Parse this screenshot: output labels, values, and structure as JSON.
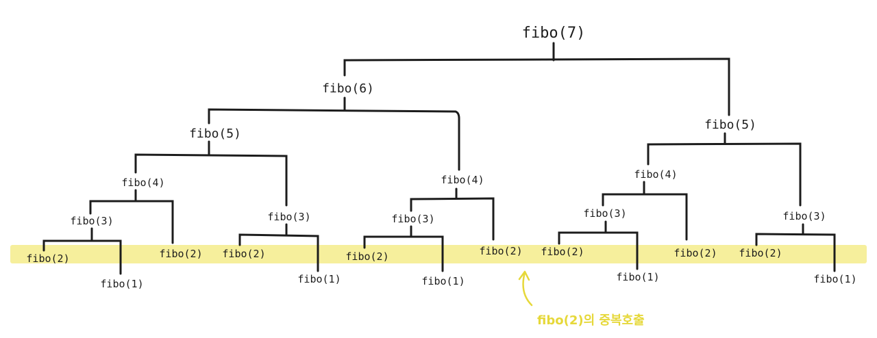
{
  "highlight_color": "#f6ef9c",
  "line_color": "#1c1c1c",
  "annotation_color": "#e6d83a",
  "nodes": {
    "fibo7": "fibo(7)",
    "fibo6": "fibo(6)",
    "fibo5_left": "fibo(5)",
    "fibo5_right": "fibo(5)",
    "fibo4_a": "fibo(4)",
    "fibo4_b": "fibo(4)",
    "fibo4_c": "fibo(4)",
    "fibo3_a": "fibo(3)",
    "fibo3_b": "fibo(3)",
    "fibo3_c": "fibo(3)",
    "fibo3_d": "fibo(3)",
    "fibo3_e": "fibo(3)",
    "fibo2_1": "fibo(2)",
    "fibo2_2": "fibo(2)",
    "fibo2_3": "fibo(2)",
    "fibo2_4": "fibo(2)",
    "fibo2_5": "fibo(2)",
    "fibo2_6": "fibo(2)",
    "fibo2_7": "fibo(2)",
    "fibo2_8": "fibo(2)",
    "fibo1_1": "fibo(1)",
    "fibo1_2": "fibo(1)",
    "fibo1_3": "fibo(1)",
    "fibo1_4": "fibo(1)",
    "fibo1_5": "fibo(1)"
  },
  "annotation": {
    "text": "fibo(2)의 중복호출",
    "arrow_icon": "curved-arrow-up-icon"
  }
}
